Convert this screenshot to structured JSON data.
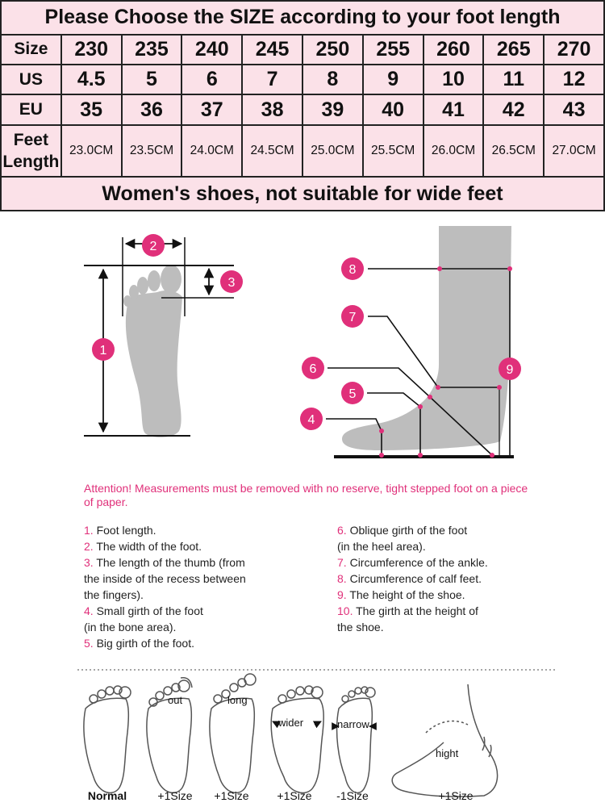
{
  "table": {
    "title": "Please Choose the SIZE according to your foot length",
    "rows": [
      {
        "label": "Size",
        "cells": [
          "230",
          "235",
          "240",
          "245",
          "250",
          "255",
          "260",
          "265",
          "270"
        ]
      },
      {
        "label": "US",
        "cells": [
          "4.5",
          "5",
          "6",
          "7",
          "8",
          "9",
          "10",
          "11",
          "12"
        ]
      },
      {
        "label": "EU",
        "cells": [
          "35",
          "36",
          "37",
          "38",
          "39",
          "40",
          "41",
          "42",
          "43"
        ]
      },
      {
        "label": "Feet Length",
        "cells": [
          "23.0CM",
          "23.5CM",
          "24.0CM",
          "24.5CM",
          "25.0CM",
          "25.5CM",
          "26.0CM",
          "26.5CM",
          "27.0CM"
        ]
      }
    ],
    "footer": "Women's shoes, not suitable for wide feet"
  },
  "diagram": {
    "markers": [
      "1",
      "2",
      "3",
      "4",
      "5",
      "6",
      "7",
      "8",
      "9"
    ],
    "colors": {
      "marker": "#e0307a",
      "foot": "#bdbdbd",
      "line": "#111111"
    }
  },
  "attention": "Attention! Measurements must be removed with no reserve, tight stepped foot on a piece of paper.",
  "measurements": {
    "left": [
      {
        "num": "1.",
        "text": " Foot length."
      },
      {
        "num": "2.",
        "text": " The width of the foot."
      },
      {
        "num": "3.",
        "text": " The length of the thumb (from"
      },
      {
        "num": "",
        "text": "the inside of the recess between"
      },
      {
        "num": "",
        "text": "the fingers)."
      },
      {
        "num": "4.",
        "text": " Small girth of the foot"
      },
      {
        "num": "",
        "text": "(in the bone area)."
      },
      {
        "num": "5.",
        "text": " Big girth of the foot."
      }
    ],
    "right": [
      {
        "num": "6.",
        "text": " Oblique girth of the foot"
      },
      {
        "num": "",
        "text": "(in the heel area)."
      },
      {
        "num": "7.",
        "text": " Circumference of the ankle."
      },
      {
        "num": "8.",
        "text": " Circumference of calf feet."
      },
      {
        "num": "9.",
        "text": " The height of the shoe."
      },
      {
        "num": "10.",
        "text": " The girth at the height of"
      },
      {
        "num": "",
        "text": "the shoe."
      }
    ]
  },
  "foot_types": {
    "inner_labels": {
      "out": "out",
      "long": "long",
      "wider": "wider",
      "narrow": "narrow",
      "hight": "hight"
    },
    "captions": [
      "Normal",
      "+1Size",
      "+1Size",
      "+1Size",
      "-1Size",
      "+1Size"
    ]
  }
}
